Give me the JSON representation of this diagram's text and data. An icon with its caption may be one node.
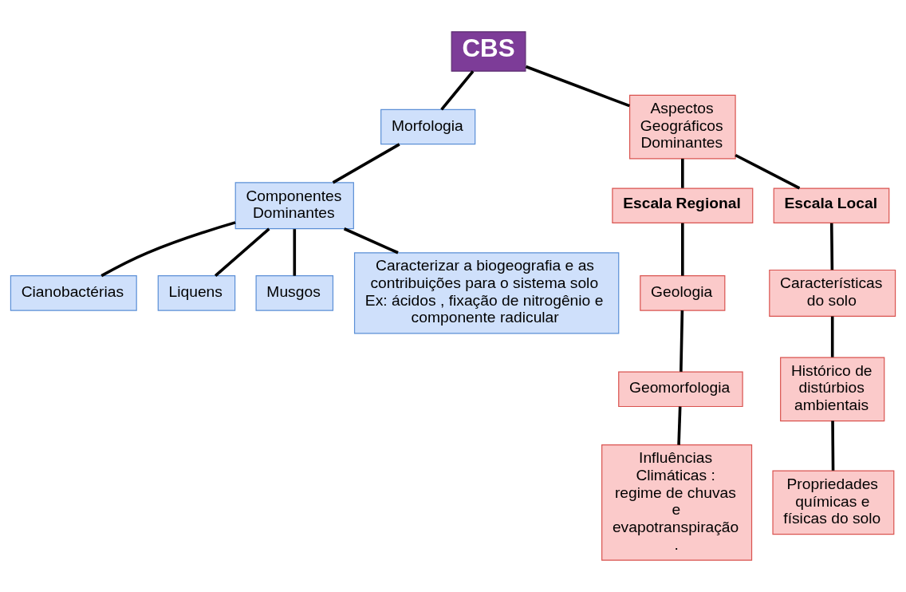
{
  "diagram": {
    "nodes": [
      {
        "text": [
          "CBS"
        ]
      },
      {
        "text": [
          "Morfologia"
        ]
      },
      {
        "text": [
          "Aspectos Geográficos Dominantes"
        ]
      },
      {
        "text": [
          "Componentes Dominantes"
        ]
      },
      {
        "text": [
          "Cianobactérias"
        ]
      },
      {
        "text": [
          "Liquens"
        ]
      },
      {
        "text": [
          "Musgos"
        ]
      },
      {
        "text": [
          "Caracterizar a biogeografia e as contribuições para o sistema solo",
          "Ex: ácidos , fixação de nitrogênio e componente radicular"
        ]
      },
      {
        "text": [
          "Escala Regional"
        ]
      },
      {
        "text": [
          "Escala Local"
        ]
      },
      {
        "text": [
          "Geologia"
        ]
      },
      {
        "text": [
          "Geomorfologia"
        ]
      },
      {
        "text": [
          "Influências Climáticas : regime de chuvas e evapotranspiração ."
        ]
      },
      {
        "text": [
          "Características do solo"
        ]
      },
      {
        "text": [
          "Histórico de distúrbios ambientais"
        ]
      },
      {
        "text": [
          "Propriedades químicas e físicas do solo"
        ]
      }
    ],
    "edges": [
      {
        "from": 0,
        "to": 1,
        "arrow": "none"
      },
      {
        "from": 0,
        "to": 2,
        "arrow": "none"
      },
      {
        "from": 1,
        "to": 3,
        "arrow": "none"
      },
      {
        "from": 3,
        "to": 4,
        "arrow": "none"
      },
      {
        "from": 3,
        "to": 5,
        "arrow": "none"
      },
      {
        "from": 3,
        "to": 6,
        "arrow": "none"
      },
      {
        "from": 3,
        "to": 7,
        "arrow": "none"
      },
      {
        "from": 2,
        "to": 8,
        "arrow": "none"
      },
      {
        "from": 2,
        "to": 9,
        "arrow": "none"
      },
      {
        "from": 8,
        "to": 10,
        "arrow": "none"
      },
      {
        "from": 10,
        "to": 11,
        "arrow": "none"
      },
      {
        "from": 11,
        "to": 12,
        "arrow": "none"
      },
      {
        "from": 9,
        "to": 13,
        "arrow": "none"
      },
      {
        "from": 13,
        "to": 14,
        "arrow": "none"
      },
      {
        "from": 14,
        "to": 15,
        "arrow": "none"
      }
    ]
  }
}
